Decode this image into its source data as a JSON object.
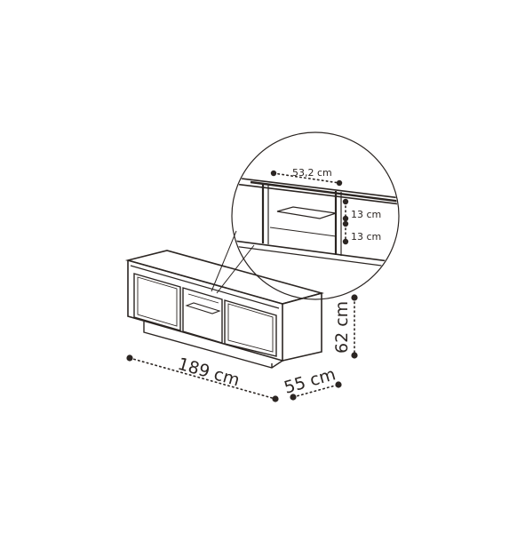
{
  "dimensions": {
    "width": "189 cm",
    "depth": "55 cm",
    "height": "62 cm"
  },
  "detail": {
    "inner_width": "53,2 cm",
    "shelf_upper": "13 cm",
    "shelf_lower": "13 cm"
  },
  "colors": {
    "line": "#2b2522",
    "background": "#ffffff"
  }
}
